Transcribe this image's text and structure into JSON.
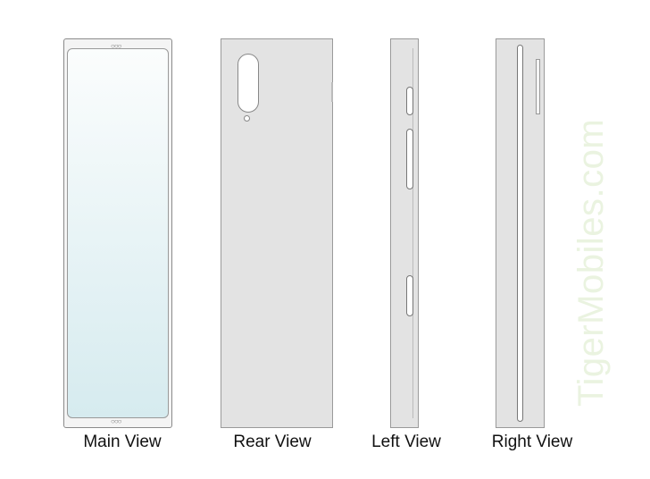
{
  "views": [
    {
      "label": "Main View"
    },
    {
      "label": "Rear View"
    },
    {
      "label": "Left View"
    },
    {
      "label": "Right View"
    }
  ],
  "watermark": "TigerMobiles.com",
  "colors": {
    "body": "#e3e3e3",
    "outline": "#8a8a8a",
    "screen_top": "#fbfdfd",
    "screen_bottom": "#d8ecf0"
  }
}
